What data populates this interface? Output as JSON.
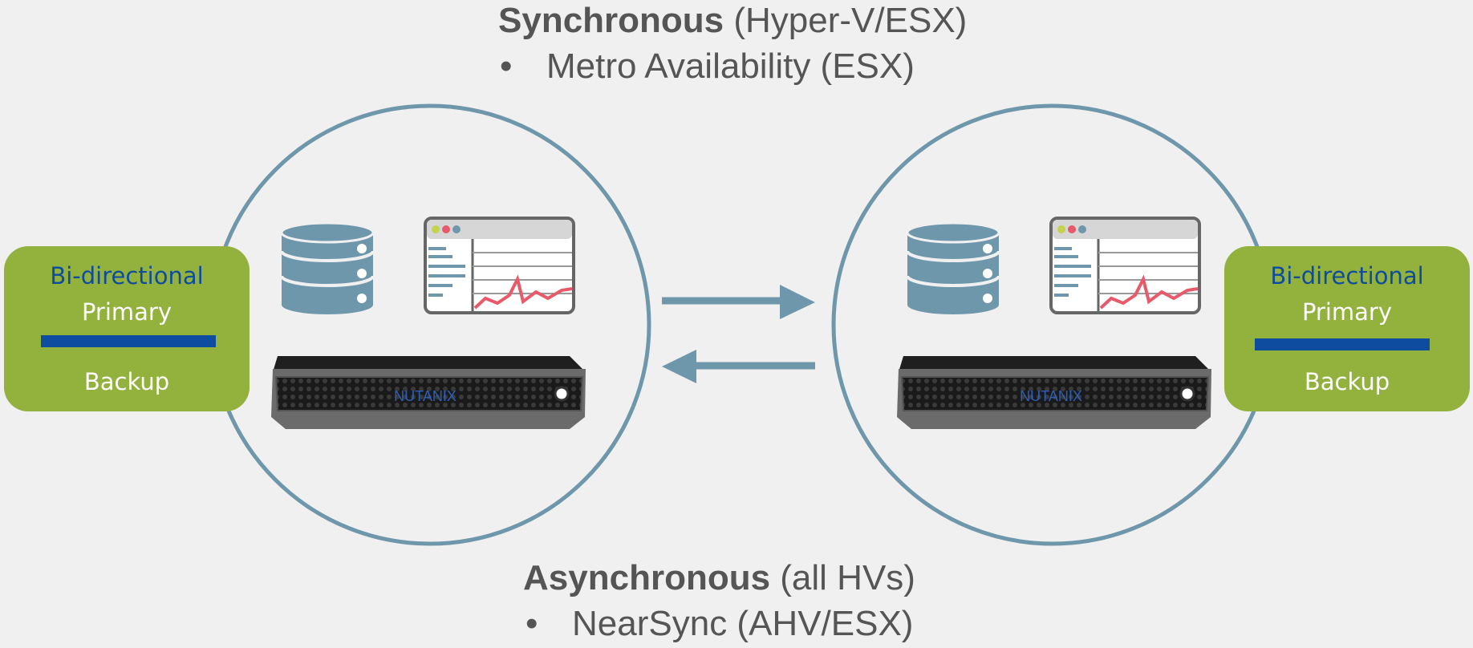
{
  "sync": {
    "title_bold": "Synchronous",
    "title_rest": " (Hyper-V/ESX)",
    "bullet": "Metro Availability (ESX)"
  },
  "async": {
    "title_bold": "Asynchronous",
    "title_rest": " (all HVs)",
    "bullet": "NearSync (AHV/ESX)"
  },
  "bullet_char": "•",
  "sites": {
    "left": {
      "role_top": "Bi-directional",
      "role_primary": "Primary",
      "role_backup": "Backup",
      "brand": "NUTANIX"
    },
    "right": {
      "role_top": "Bi-directional",
      "role_primary": "Primary",
      "role_backup": "Backup",
      "brand": "NUTANIX"
    }
  },
  "icons": {
    "database": "database-icon",
    "dashboard": "dashboard-window-icon",
    "server": "server-appliance-icon",
    "arrow_right": "arrow-right-icon",
    "arrow_left": "arrow-left-icon"
  },
  "colors": {
    "background": "#f0f0f0",
    "circle_stroke": "#6f97ab",
    "icon_blue": "#6f97ab",
    "box_green": "#93b13d",
    "divider_blue": "#0d4c9e",
    "chart_red": "#e85a6a",
    "heading_text": "#555555"
  }
}
